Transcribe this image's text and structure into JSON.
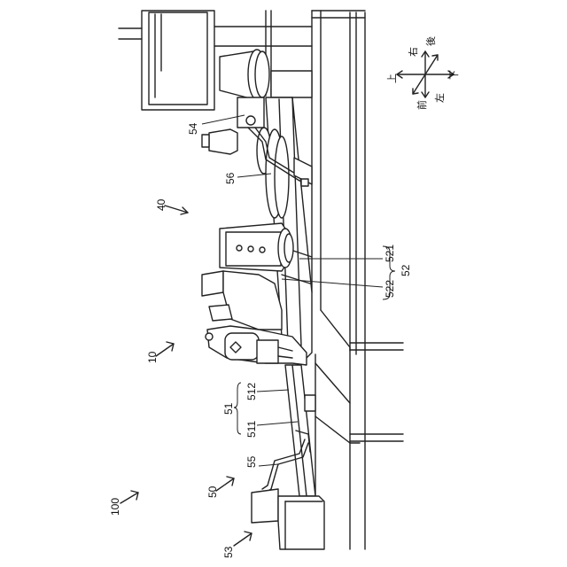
{
  "figure": {
    "labels": {
      "l100": "100",
      "l10": "10",
      "l40": "40",
      "l50": "50",
      "l51": "51",
      "l511": "511",
      "l512": "512",
      "l52": "52",
      "l521": "521",
      "l522": "522",
      "l53": "53",
      "l54": "54",
      "l55": "55",
      "l56": "56"
    },
    "directions": {
      "up": "上",
      "down": "下",
      "left": "左",
      "right": "右",
      "front": "前",
      "back": "後"
    }
  }
}
